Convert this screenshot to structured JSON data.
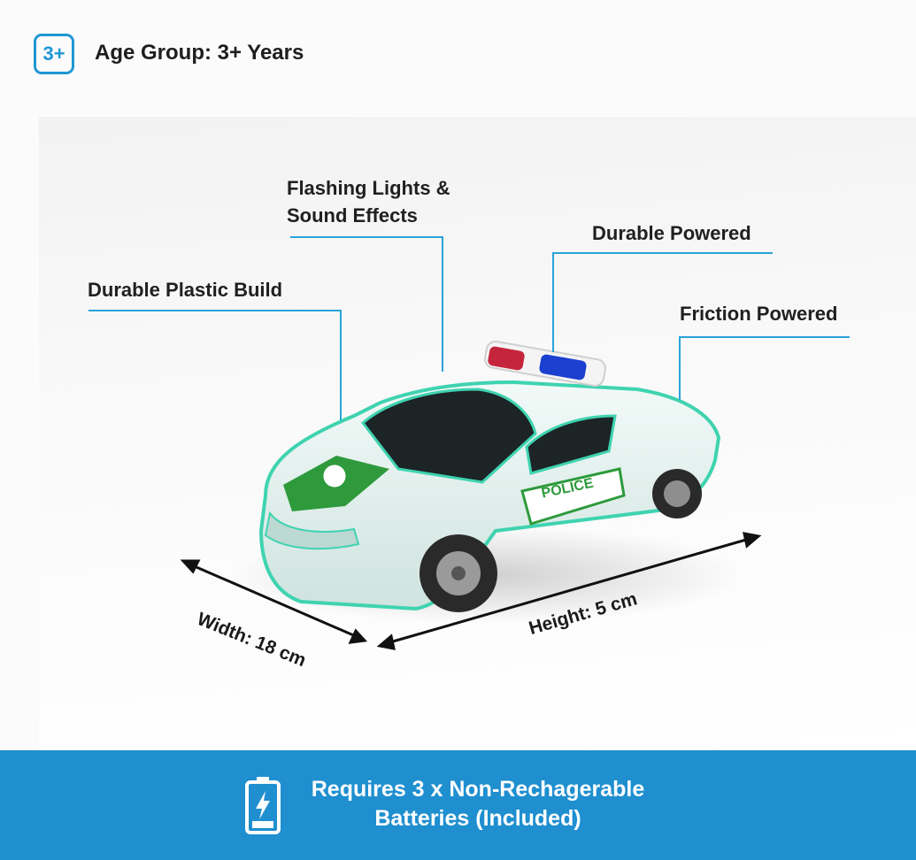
{
  "age": {
    "badge": "3+",
    "text": "Age Group: 3+ Years"
  },
  "features": {
    "lights_line1": "Flashing Lights &",
    "lights_line2": "Sound Effects",
    "durable_powered": "Durable Powered",
    "plastic_build": "Durable Plastic Build",
    "friction": "Friction Powered"
  },
  "dimensions": {
    "width": "Width: 18 cm",
    "height": "Height: 5 cm"
  },
  "car": {
    "decal": "POLICE"
  },
  "footer": {
    "line1": "Requires 3 x Non-Rechagerable",
    "line2": "Batteries (Included)",
    "icon": "battery-charging-icon"
  },
  "colors": {
    "accent": "#1f8fd0",
    "badge": "#1f97d4",
    "leader": "#2ba3d8",
    "car_body": "#e6f1ef",
    "car_trim": "#3fd3b0",
    "decal_green": "#2e9a3c"
  }
}
